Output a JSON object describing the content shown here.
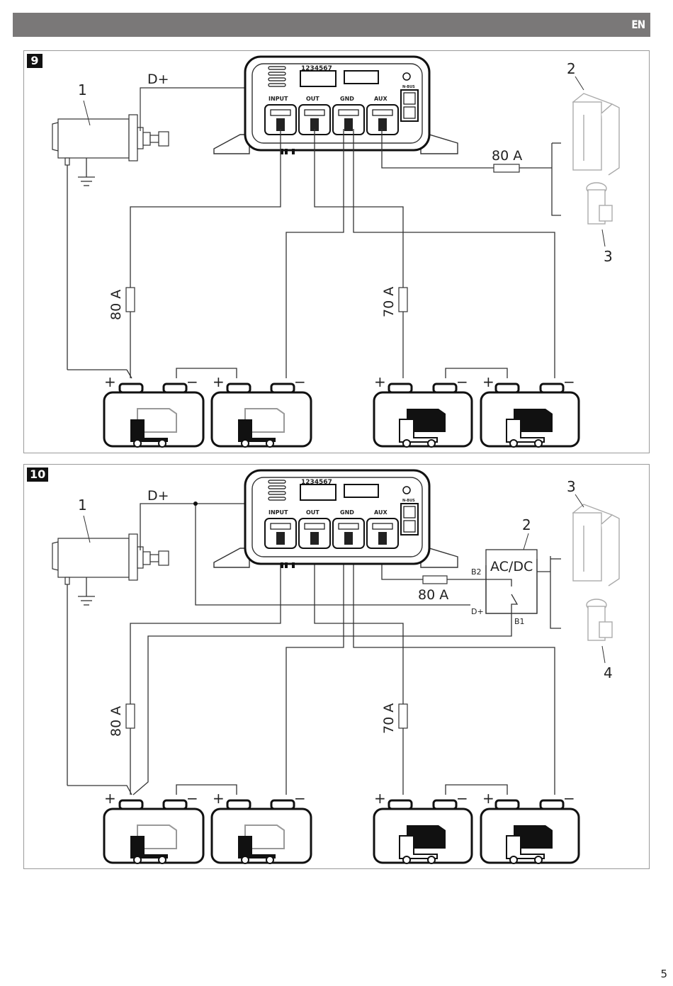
{
  "header": {
    "language": "EN",
    "bar_color": "#7a7878"
  },
  "page_number": "5",
  "figures": [
    {
      "id": "fig9",
      "number": "9",
      "controller": {
        "dip_label": "1234567",
        "ports": [
          "INPUT",
          "OUT",
          "GND",
          "AUX"
        ],
        "bus_label": "N-BUS"
      },
      "alternator": {
        "callout": "1",
        "signal_label": "D+"
      },
      "loads": [
        {
          "callout": "2",
          "type": "refrigerator"
        },
        {
          "callout": "3",
          "type": "coffee-maker"
        }
      ],
      "fuses": [
        {
          "label": "80 A",
          "location": "aux-to-loads"
        },
        {
          "label": "80 A",
          "location": "starter-battery-positive"
        },
        {
          "label": "70 A",
          "location": "service-battery-positive"
        }
      ],
      "batteries": [
        {
          "role": "starter",
          "terminals": [
            "+",
            "−"
          ]
        },
        {
          "role": "starter",
          "terminals": [
            "+",
            "−"
          ]
        },
        {
          "role": "service",
          "terminals": [
            "+",
            "−"
          ]
        },
        {
          "role": "service",
          "terminals": [
            "+",
            "−"
          ]
        }
      ]
    },
    {
      "id": "fig10",
      "number": "10",
      "controller": {
        "dip_label": "1234567",
        "ports": [
          "INPUT",
          "OUT",
          "GND",
          "AUX"
        ],
        "bus_label": "N-BUS"
      },
      "alternator": {
        "callout": "1",
        "signal_label": "D+"
      },
      "acdc": {
        "callout": "2",
        "label": "AC/DC",
        "pins": {
          "b2": "B2",
          "d_plus": "D+",
          "b1": "B1"
        }
      },
      "loads": [
        {
          "callout": "3",
          "type": "refrigerator"
        },
        {
          "callout": "4",
          "type": "coffee-maker"
        }
      ],
      "fuses": [
        {
          "label": "80 A",
          "location": "aux-to-acdc"
        },
        {
          "label": "80 A",
          "location": "starter-battery-positive"
        },
        {
          "label": "70 A",
          "location": "service-battery-positive"
        }
      ],
      "batteries": [
        {
          "role": "starter",
          "terminals": [
            "+",
            "−"
          ]
        },
        {
          "role": "starter",
          "terminals": [
            "+",
            "−"
          ]
        },
        {
          "role": "service",
          "terminals": [
            "+",
            "−"
          ]
        },
        {
          "role": "service",
          "terminals": [
            "+",
            "−"
          ]
        }
      ]
    }
  ]
}
